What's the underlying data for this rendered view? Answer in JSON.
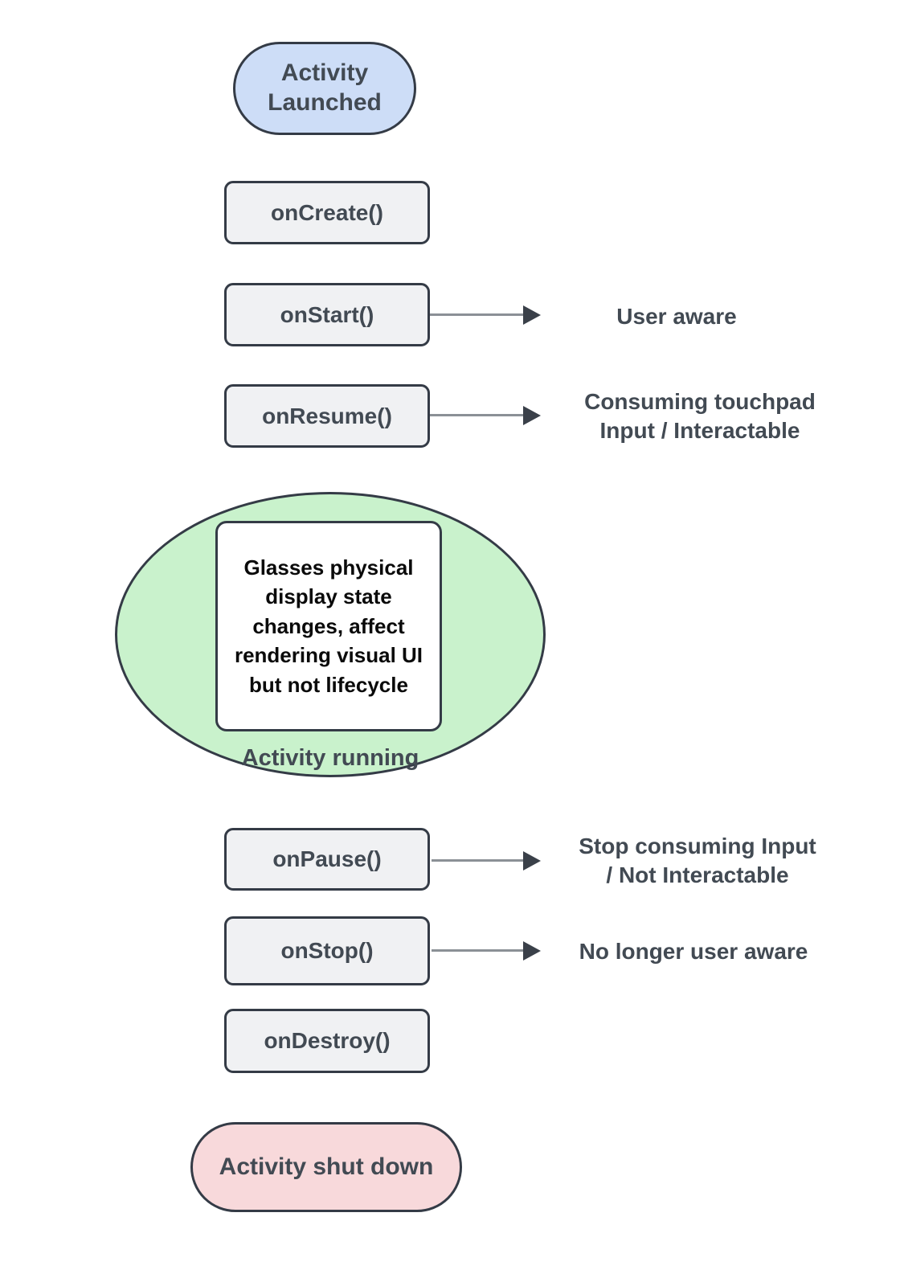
{
  "colors": {
    "blue": "#cdddf7",
    "green": "#c9f2cc",
    "pink": "#f8d9db",
    "gray_box": "#f0f1f3",
    "border": "#343b46",
    "text": "#424a53",
    "arrow_line": "#8b9096",
    "arrow_head": "#3a4049",
    "note_text": "#0a0a0a"
  },
  "start_node": {
    "label": "Activity Launched"
  },
  "lifecycle": {
    "oncreate": "onCreate()",
    "onstart": "onStart()",
    "onresume": "onResume()",
    "onpause": "onPause()",
    "onstop": "onStop()",
    "ondestroy": "onDestroy()"
  },
  "running_state": {
    "note": "Glasses physical display state changes, affect rendering visual UI but not lifecycle",
    "label": "Activity running"
  },
  "annotations": {
    "onstart": "User aware",
    "onresume_line1": "Consuming touchpad",
    "onresume_line2": "Input / Interactable",
    "onpause_line1": "Stop consuming Input",
    "onpause_line2": "/ Not Interactable",
    "onstop": "No longer user aware"
  },
  "end_node": {
    "label": "Activity shut down"
  }
}
